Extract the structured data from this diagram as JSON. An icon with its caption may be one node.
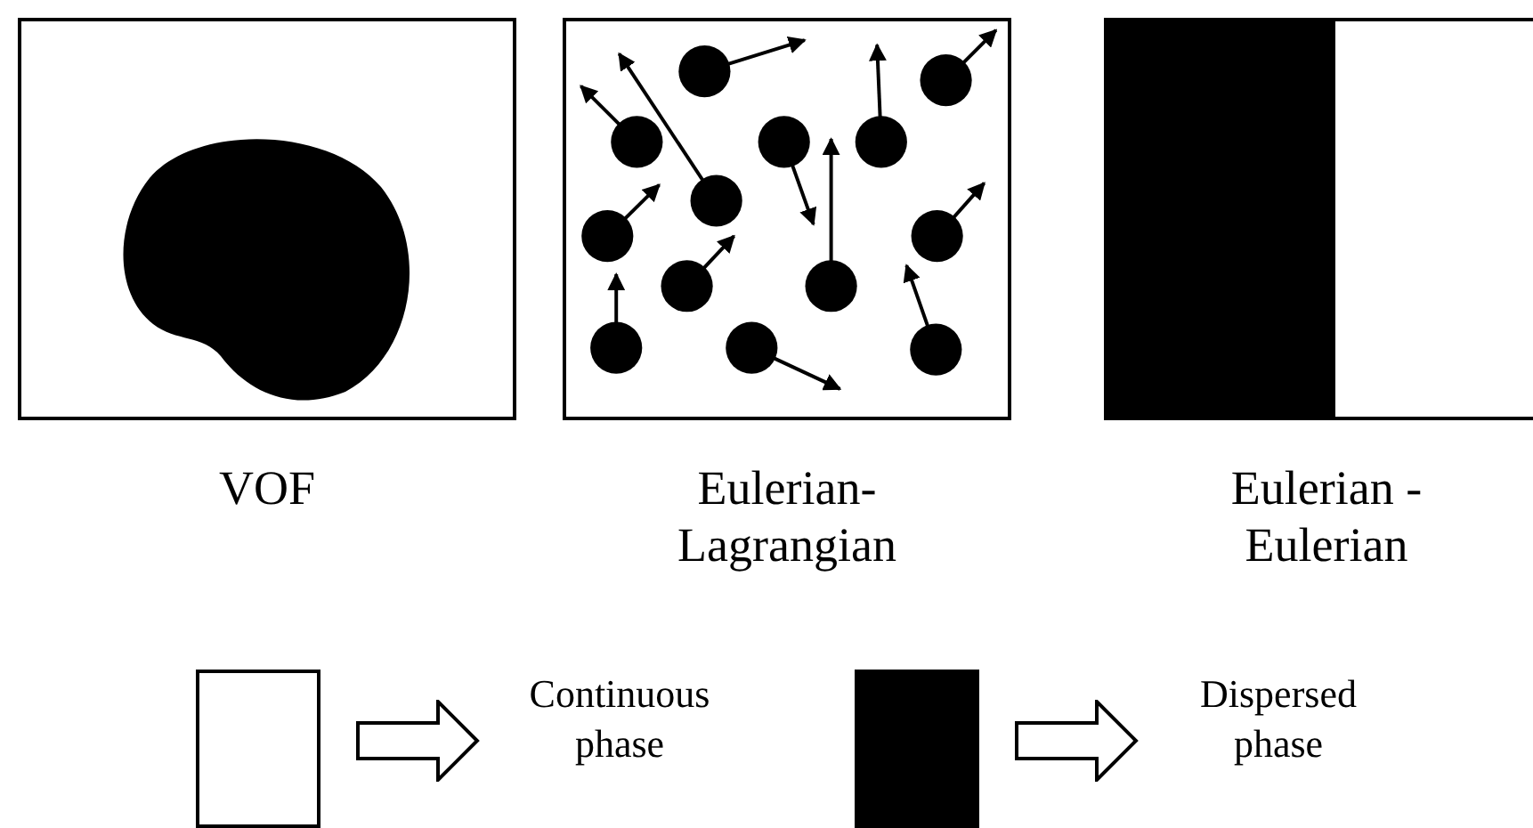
{
  "diagram": {
    "nodes": [
      {
        "text": [
          "VOF"
        ]
      },
      {
        "text": [
          "Eulerian- Lagrangian"
        ]
      },
      {
        "text": [
          "Eulerian - Eulerian"
        ]
      }
    ],
    "legend": [
      {
        "text": "Continuous phase",
        "color": "#ffffff"
      },
      {
        "text": "Dispersed phase",
        "color": "#000000"
      }
    ]
  }
}
